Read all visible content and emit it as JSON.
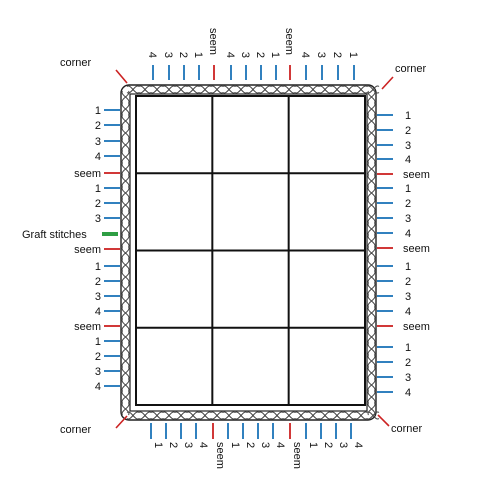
{
  "labels": {
    "corner": "corner",
    "seem": "seem",
    "graft": "Graft stitches"
  },
  "counts": [
    "1",
    "2",
    "3",
    "4"
  ],
  "colors": {
    "stitch_tick": "#1a73b8",
    "seam_tick": "#cc2222",
    "corner_tick": "#cc2222",
    "graft_marker": "#2e9e44",
    "grid": "#111111",
    "border": "#222222"
  },
  "grid": {
    "rows": 4,
    "columns": 3
  }
}
